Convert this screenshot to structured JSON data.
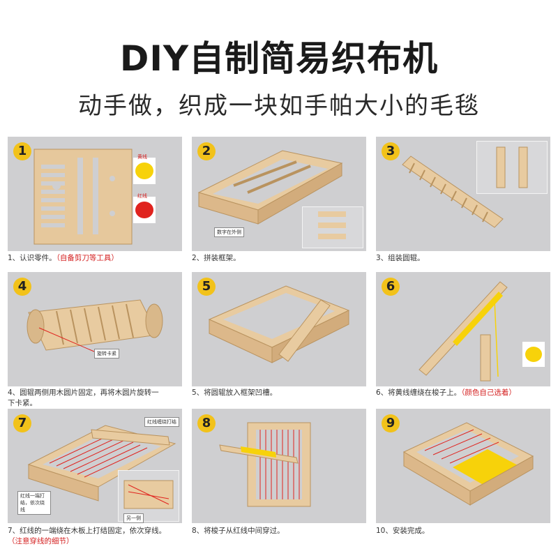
{
  "header": {
    "title": "DIY自制简易织布机",
    "subtitle": "动手做，织成一块如手帕大小的毛毯"
  },
  "steps": [
    {
      "num": "1",
      "caption": "1、认识零件。",
      "note": "（自备剪刀等工具）",
      "labels": [
        "黄线",
        "红线"
      ]
    },
    {
      "num": "2",
      "caption": "2、拼装框架。",
      "labels": [
        "数字在外侧"
      ]
    },
    {
      "num": "3",
      "caption": "3、组装圆辊。"
    },
    {
      "num": "4",
      "caption": "4、圆辊两侧用木圆片固定，再将木圆片旋转一",
      "caption2": "下卡紧。",
      "labels": [
        "旋转卡紧"
      ]
    },
    {
      "num": "5",
      "caption": "5、将圆辊放入框架凹槽。"
    },
    {
      "num": "6",
      "caption": "6、将黄线缠绕在梭子上。",
      "note": "（颜色自己选着）"
    },
    {
      "num": "7",
      "caption": "7、红线的一端绕在木板上打结固定，依次穿线。",
      "note": "（注意穿线的细节）",
      "labels": [
        "红线缠绕打结",
        "红线一端打结，依次绕线",
        "另一侧"
      ]
    },
    {
      "num": "8",
      "caption": "8、将梭子从红线中间穿过。"
    },
    {
      "num": "9",
      "caption": "10、安装完成。"
    }
  ],
  "colors": {
    "wood": "#e8cba0",
    "wood_dark": "#b9935f",
    "yellow": "#f7d20a",
    "red": "#e0231e",
    "panel": "#cfcfd1",
    "badge": "#f2c21a"
  }
}
